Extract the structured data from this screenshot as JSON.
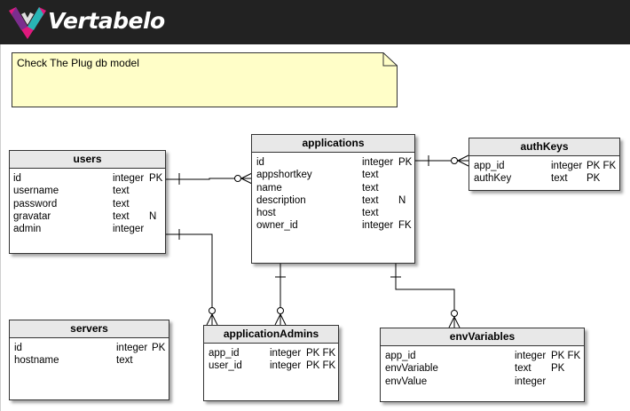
{
  "app": {
    "name": "Vertabelo"
  },
  "note": {
    "text": "Check The Plug db model"
  },
  "tables": {
    "users": {
      "name": "users",
      "columns": [
        {
          "name": "id",
          "type": "integer",
          "key": "PK",
          "nullable": ""
        },
        {
          "name": "username",
          "type": "text",
          "key": "",
          "nullable": ""
        },
        {
          "name": "password",
          "type": "text",
          "key": "",
          "nullable": ""
        },
        {
          "name": "gravatar",
          "type": "text",
          "key": "",
          "nullable": "N"
        },
        {
          "name": "admin",
          "type": "integer",
          "key": "",
          "nullable": ""
        }
      ]
    },
    "applications": {
      "name": "applications",
      "columns": [
        {
          "name": "id",
          "type": "integer",
          "key": "PK",
          "nullable": ""
        },
        {
          "name": "appshortkey",
          "type": "text",
          "key": "",
          "nullable": ""
        },
        {
          "name": "name",
          "type": "text",
          "key": "",
          "nullable": ""
        },
        {
          "name": "description",
          "type": "text",
          "key": "",
          "nullable": "N"
        },
        {
          "name": "host",
          "type": "text",
          "key": "",
          "nullable": ""
        },
        {
          "name": "owner_id",
          "type": "integer",
          "key": "FK",
          "nullable": ""
        }
      ]
    },
    "authKeys": {
      "name": "authKeys",
      "columns": [
        {
          "name": "app_id",
          "type": "integer",
          "key": "PK FK",
          "nullable": ""
        },
        {
          "name": "authKey",
          "type": "text",
          "key": "PK",
          "nullable": ""
        }
      ]
    },
    "servers": {
      "name": "servers",
      "columns": [
        {
          "name": "id",
          "type": "integer",
          "key": "PK",
          "nullable": ""
        },
        {
          "name": "hostname",
          "type": "text",
          "key": "",
          "nullable": ""
        }
      ]
    },
    "applicationAdmins": {
      "name": "applicationAdmins",
      "columns": [
        {
          "name": "app_id",
          "type": "integer",
          "key": "PK FK",
          "nullable": ""
        },
        {
          "name": "user_id",
          "type": "integer",
          "key": "PK FK",
          "nullable": ""
        }
      ]
    },
    "envVariables": {
      "name": "envVariables",
      "columns": [
        {
          "name": "app_id",
          "type": "integer",
          "key": "PK FK",
          "nullable": ""
        },
        {
          "name": "envVariable",
          "type": "text",
          "key": "PK",
          "nullable": ""
        },
        {
          "name": "envValue",
          "type": "integer",
          "key": "",
          "nullable": ""
        }
      ]
    }
  },
  "colors": {
    "topbar": "#222222",
    "note_fill": "#fffec8",
    "header_fill": "#e8e8e8",
    "line": "#000000",
    "logo_magenta": "#e0197d",
    "logo_purple": "#7b2d8e",
    "logo_teal": "#28b5b5"
  }
}
